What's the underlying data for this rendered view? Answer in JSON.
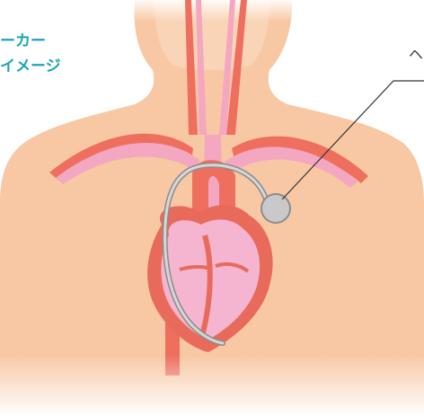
{
  "title": {
    "line1": "ーカー",
    "line2": "イメージ",
    "color": "#1aa6b7"
  },
  "callout": {
    "label": "ヘ"
  },
  "colors": {
    "skin": "#f8c8a4",
    "skin_light": "#fde6d2",
    "artery": "#ef6f5f",
    "vein_pink": "#f4a7c0",
    "heart_pink": "#f5b4cf",
    "heart_outline": "#e86a5a",
    "device": "#c9c9c9",
    "lead": "#8c8c8c"
  }
}
